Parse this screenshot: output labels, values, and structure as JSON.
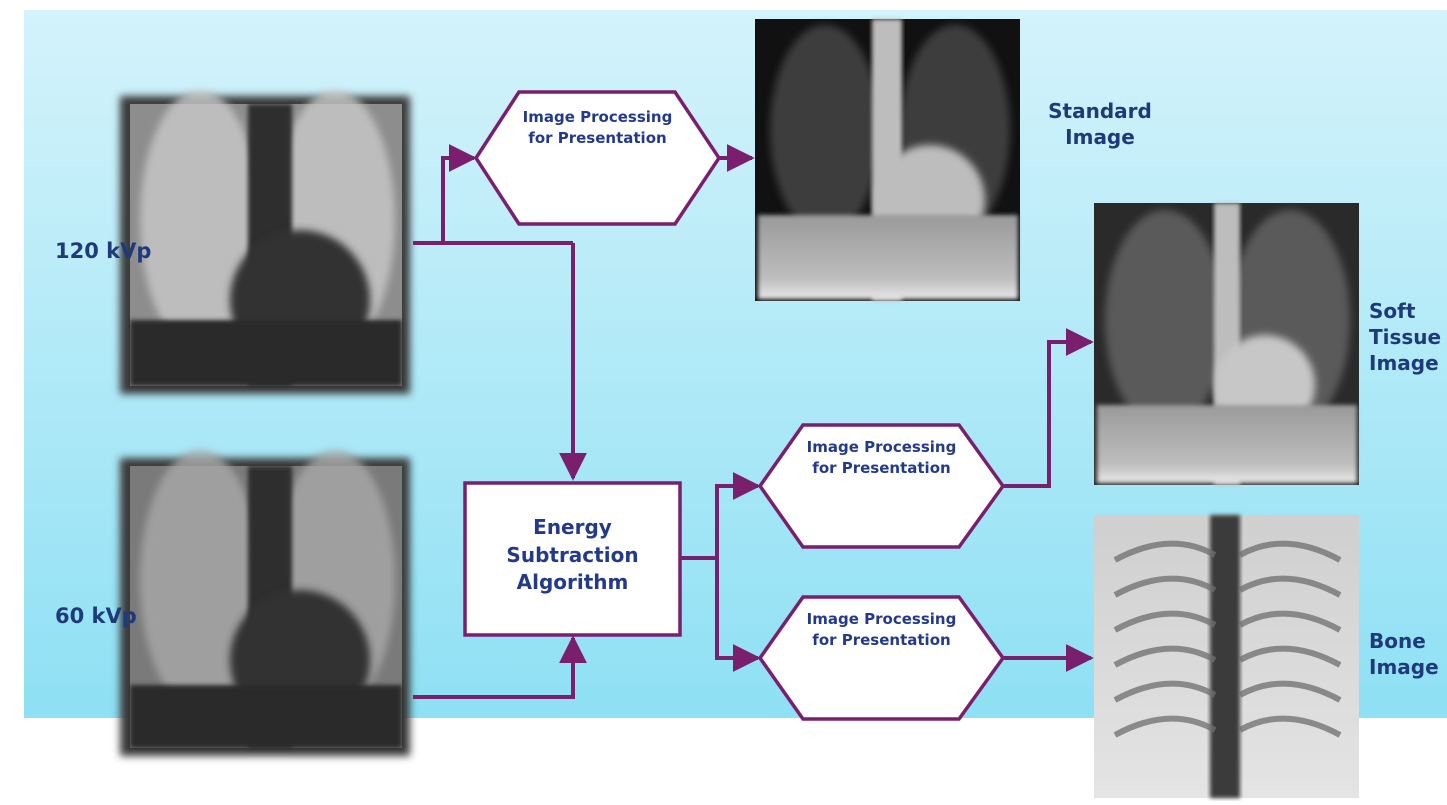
{
  "inputs": {
    "high_kvp": "120 kVp",
    "low_kvp": "60 kVp"
  },
  "processing_label": "Image Processing for Presentation",
  "algorithm_label": "Energy Subtraction Algorithm",
  "outputs": {
    "standard": "Standard Image",
    "soft_tissue": "Soft Tissue Image",
    "bone": "Bone Image"
  },
  "colors": {
    "background_top": "#d4f3fb",
    "background_bottom": "#8ee0f4",
    "connector": "#7a1f6e",
    "node_fill": "#ffffff",
    "text": "#1f3a7a"
  }
}
